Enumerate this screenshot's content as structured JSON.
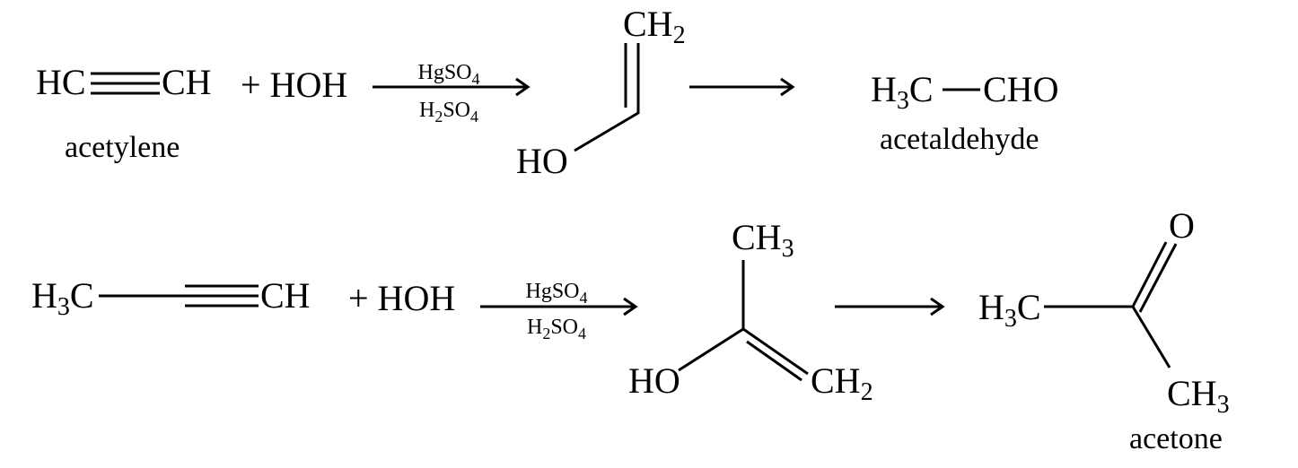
{
  "reaction1": {
    "reactant_left": "HC",
    "reactant_right": "CH",
    "plus_water": "+ HOH",
    "catalyst_top": {
      "a": "HgSO",
      "sub": "4"
    },
    "catalyst_bottom": {
      "a": "H",
      "sub1": "2",
      "b": "SO",
      "sub2": "4"
    },
    "reactant_name": "acetylene",
    "enol_top": {
      "main": "CH",
      "sub": "2"
    },
    "enol_oh": "HO",
    "product": {
      "a": "H",
      "sub": "3",
      "b": "C",
      "c": "CHO"
    },
    "product_name": "acetaldehyde"
  },
  "reaction2": {
    "reactant_left": {
      "a": "H",
      "sub": "3",
      "b": "C"
    },
    "reactant_right": "CH",
    "plus_water": "+ HOH",
    "catalyst_top": {
      "a": "HgSO",
      "sub": "4"
    },
    "catalyst_bottom": {
      "a": "H",
      "sub1": "2",
      "b": "SO",
      "sub2": "4"
    },
    "enol_top": {
      "main": "CH",
      "sub": "3"
    },
    "enol_oh": "HO",
    "enol_right": {
      "main": "CH",
      "sub": "2"
    },
    "product_left": {
      "a": "H",
      "sub": "3",
      "b": "C"
    },
    "product_o": "O",
    "product_bottom": {
      "main": "CH",
      "sub": "3"
    },
    "product_name": "acetone"
  }
}
